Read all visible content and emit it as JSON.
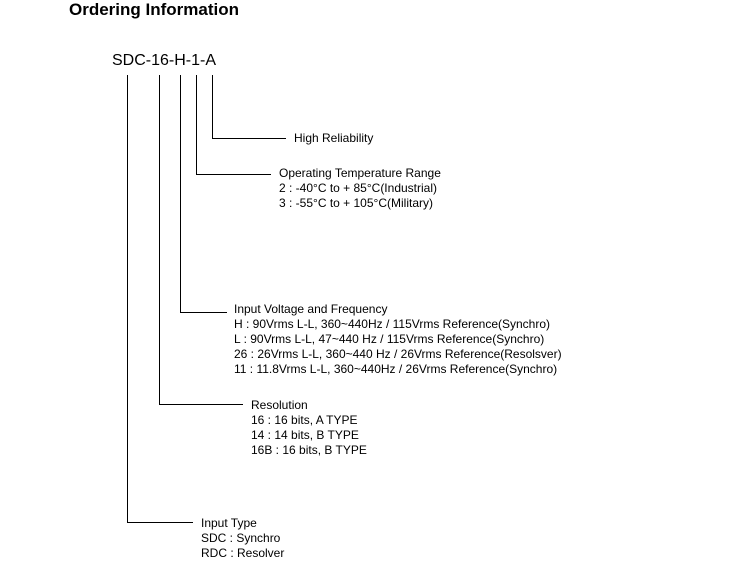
{
  "title": "Ordering Information",
  "part_number": "SDC-16-H-1-A",
  "fields": {
    "reliability": {
      "title": "High Reliability",
      "options": []
    },
    "temperature": {
      "title": "Operating Temperature Range",
      "options": [
        "2 : -40°C to + 85°C(Industrial)",
        "3 : -55°C to + 105°C(Military)"
      ]
    },
    "voltage": {
      "title": "Input Voltage and Frequency",
      "options": [
        "H : 90Vrms L-L, 360~440Hz / 115Vrms Reference(Synchro)",
        "L : 90Vrms L-L, 47~440 Hz / 115Vrms Reference(Synchro)",
        "26 : 26Vrms L-L, 360~440 Hz / 26Vrms Reference(Resolsver)",
        "11 : 11.8Vrms L-L, 360~440Hz / 26Vrms Reference(Synchro)"
      ]
    },
    "resolution": {
      "title": "Resolution",
      "options": [
        "16 : 16 bits, A TYPE",
        "14 : 14 bits, B TYPE",
        "16B : 16 bits, B TYPE"
      ]
    },
    "input_type": {
      "title": "Input Type",
      "options": [
        "SDC : Synchro",
        "RDC : Resolver"
      ]
    }
  }
}
